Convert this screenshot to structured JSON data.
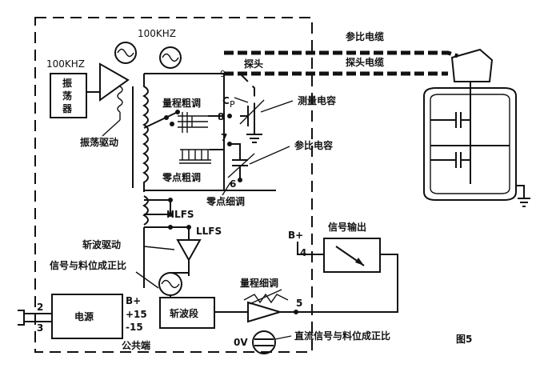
{
  "labels": {
    "osc_freq_left": "100KHZ",
    "osc_freq_top": "100KHZ",
    "oscillator": [
      "振",
      "荡",
      "器"
    ],
    "osc_drive": "振荡驱动",
    "range_coarse": "量程粗调",
    "zero_coarse": "零点粗调",
    "zero_fine": "零点细调",
    "probe": "探头",
    "cp": "C",
    "cp_sub": "P",
    "measure_cap": "测量电容",
    "ref_cap": "参比电容",
    "ref_cable": "参比电缆",
    "probe_cable": "探头电缆",
    "hlfs": "HLFS",
    "llfs": "LLFS",
    "chopper_drive": "斩波驱动",
    "signal_prop": "信号与料位成正比",
    "power": "电源",
    "chopper_stage": "斩波段",
    "range_fine": "量程细调",
    "signal_out": "信号输出",
    "dc_signal": "直流信号与料位成正比",
    "bplus_top": "B+",
    "ov": "0V",
    "fig": "图5",
    "psu_out": [
      "B+",
      "+15",
      "-15",
      "公共端"
    ],
    "pins": {
      "p2": "2",
      "p3": "3",
      "p4": "4",
      "p5": "5",
      "p6": "6",
      "p7": "7",
      "p8": "8",
      "p9": "9"
    }
  }
}
